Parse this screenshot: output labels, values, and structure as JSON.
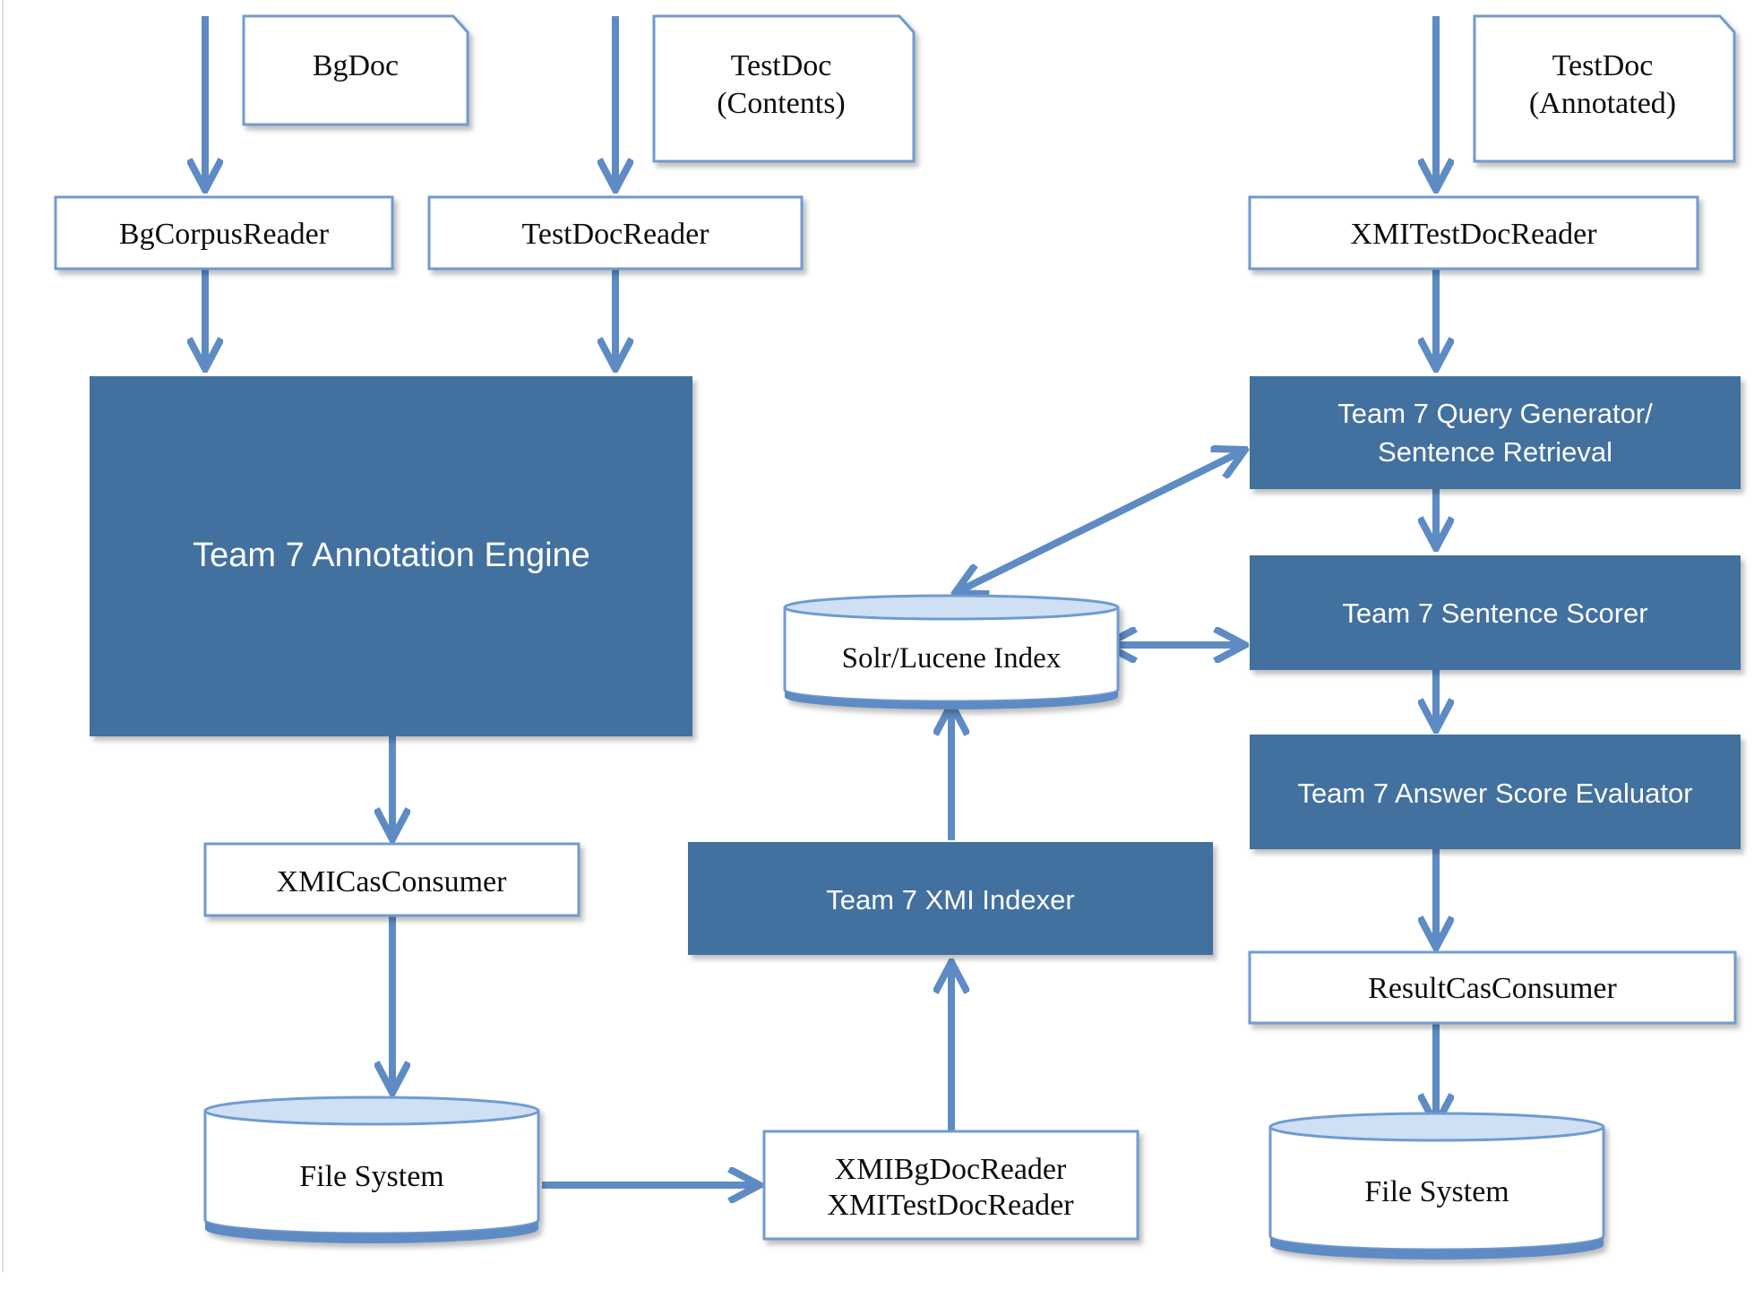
{
  "colors": {
    "arrow": "#5e8bc4",
    "engine_fill": "#42709f",
    "box_border": "#6f9bd0",
    "cylinder_top": "#cfe0f4"
  },
  "documents": {
    "bgdoc": "BgDoc",
    "testdoc_contents": [
      "TestDoc",
      "(Contents)"
    ],
    "testdoc_annotated": [
      "TestDoc",
      "(Annotated)"
    ]
  },
  "readers": {
    "bg_corpus_reader": "BgCorpusReader",
    "test_doc_reader": "TestDocReader",
    "xmi_test_doc_reader": "XMITestDocReader",
    "xmi_bg_and_test": [
      "XMIBgDocReader",
      "XMITestDocReader"
    ]
  },
  "engines": {
    "annotation_engine": "Team 7 Annotation Engine",
    "query_generator": [
      "Team 7 Query Generator/",
      "Sentence Retrieval"
    ],
    "sentence_scorer": "Team 7 Sentence Scorer",
    "answer_score_evaluator": "Team 7 Answer Score Evaluator",
    "xmi_indexer": "Team 7 XMI Indexer"
  },
  "consumers": {
    "xmi_cas_consumer": "XMICasConsumer",
    "result_cas_consumer": "ResultCasConsumer"
  },
  "stores": {
    "solr_index": "Solr/Lucene Index",
    "file_system_left": "File System",
    "file_system_right": "File System"
  }
}
